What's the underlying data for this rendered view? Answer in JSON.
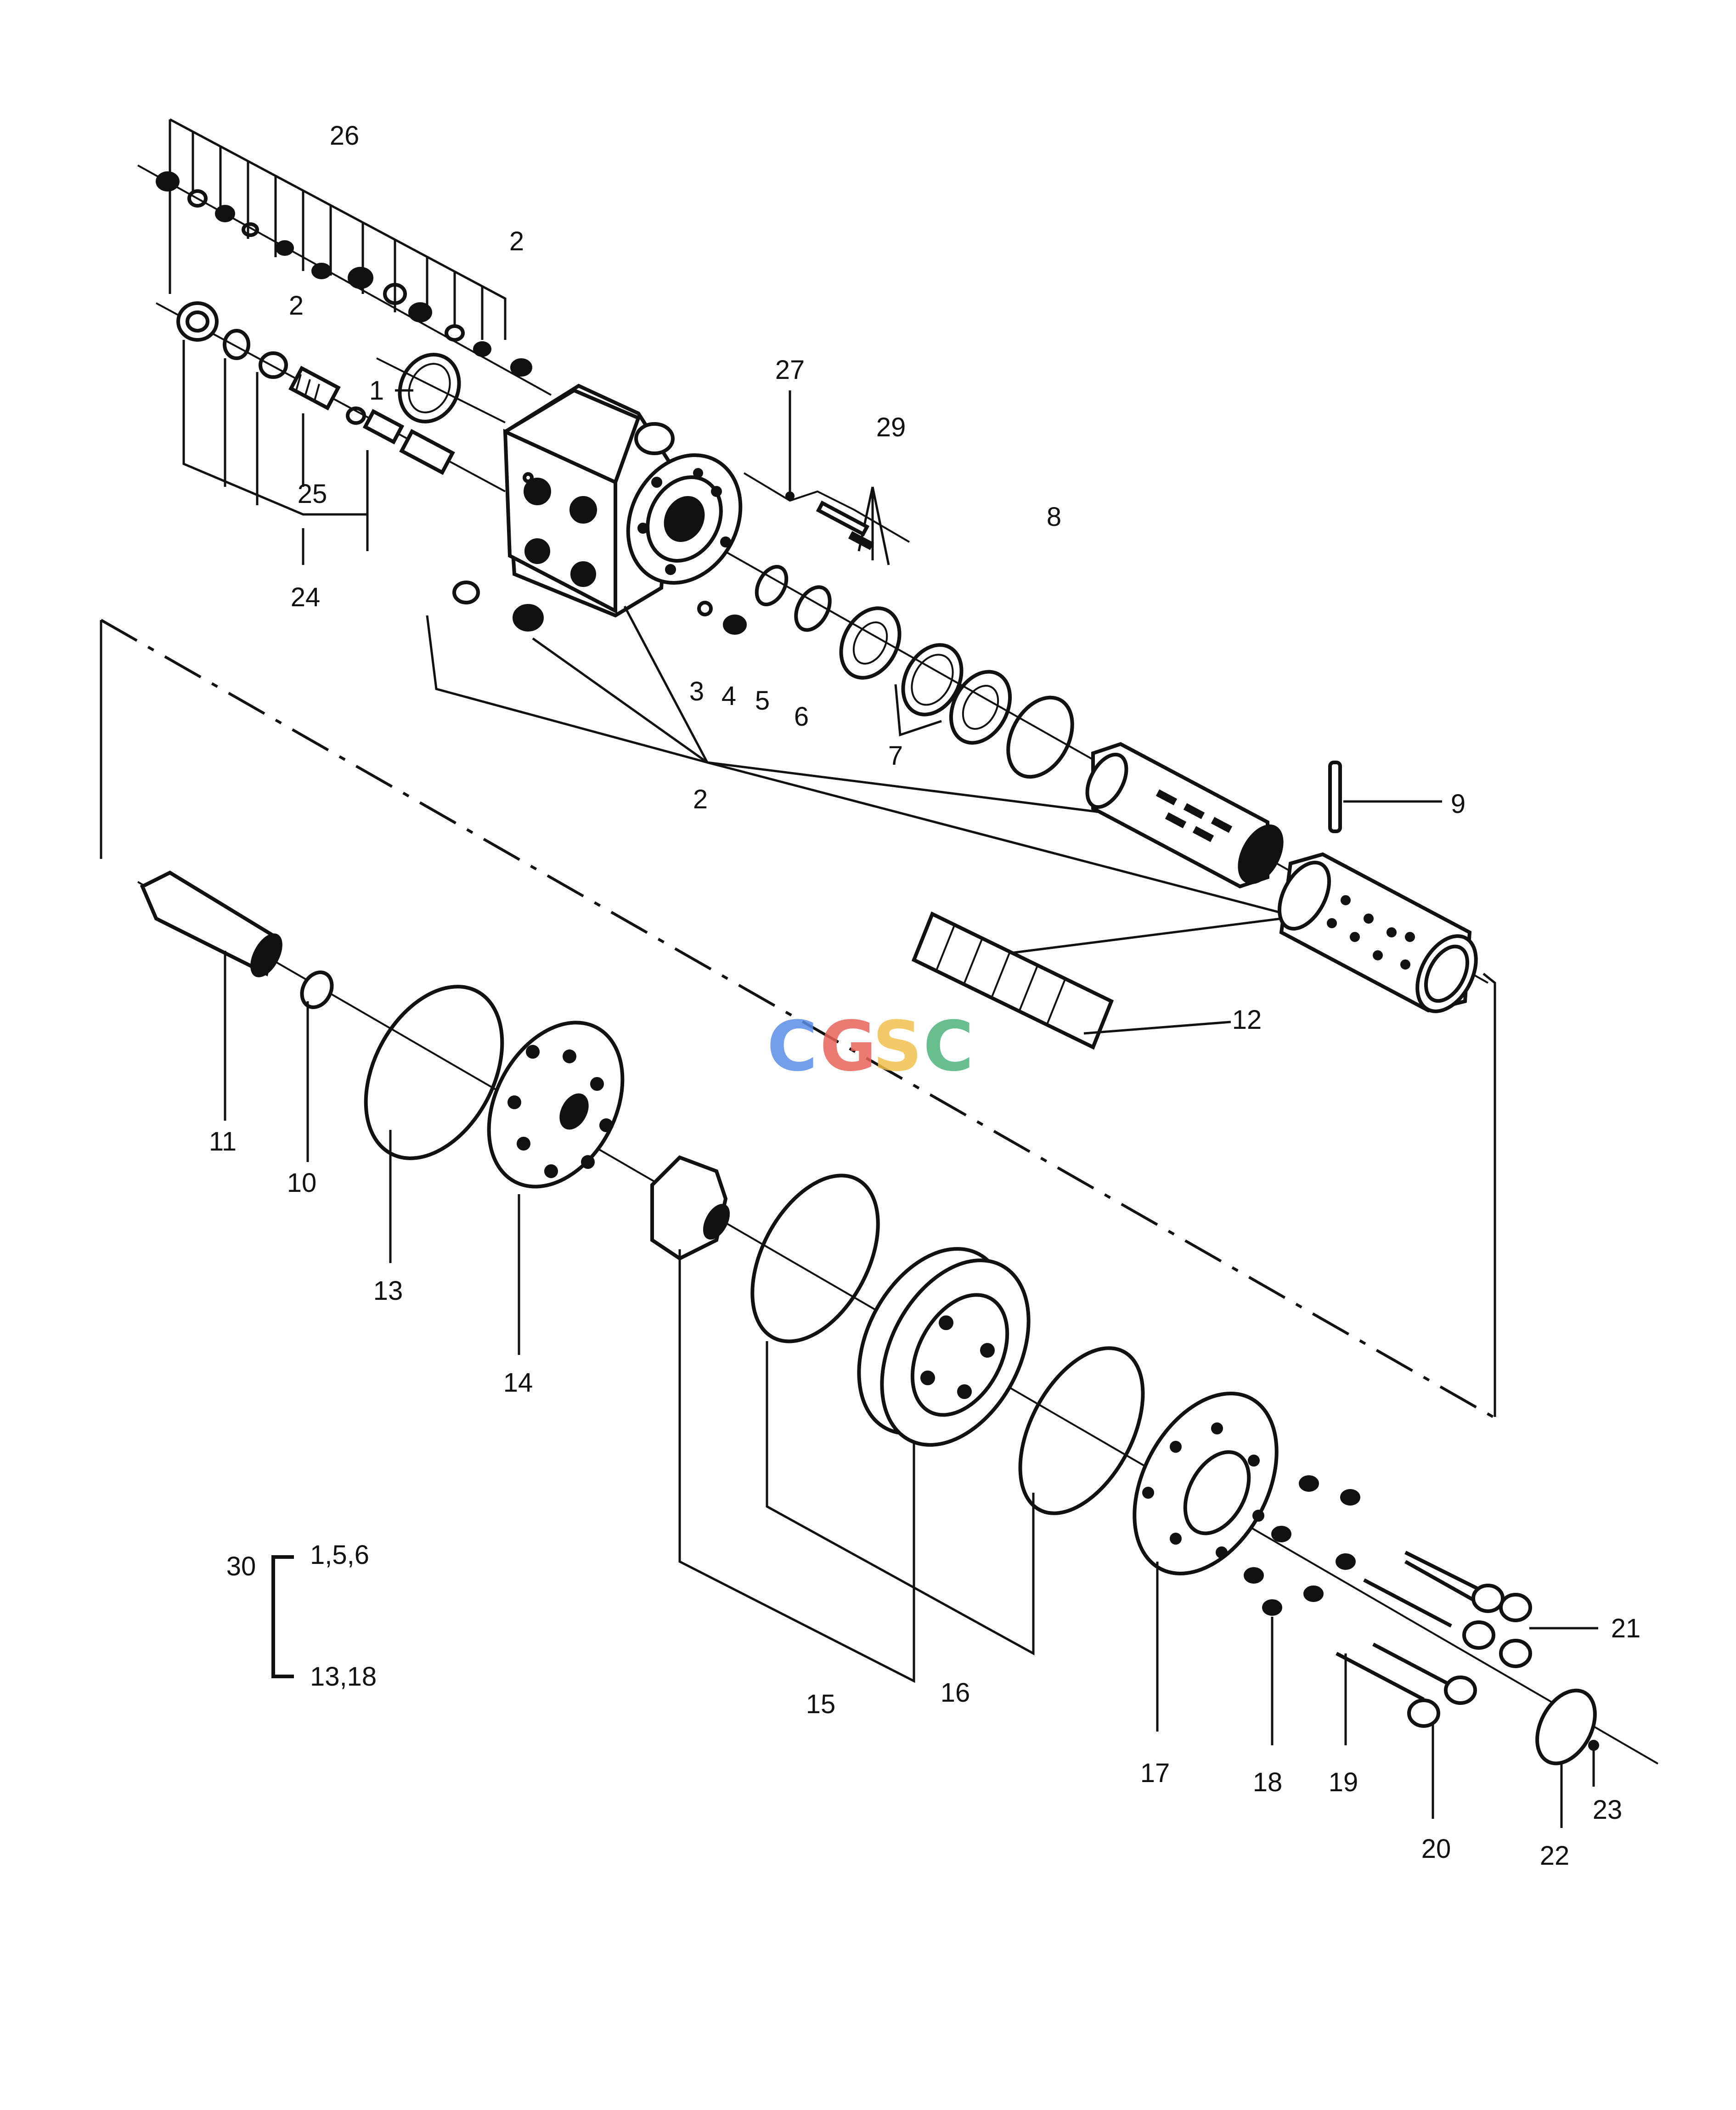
{
  "diagram": {
    "callouts": {
      "c1": "1",
      "c2a": "2",
      "c2b": "2",
      "c2c": "2",
      "c3": "3",
      "c4": "4",
      "c5": "5",
      "c6": "6",
      "c7": "7",
      "c8": "8",
      "c9": "9",
      "c10": "10",
      "c11": "11",
      "c12": "12",
      "c13": "13",
      "c14": "14",
      "c15": "15",
      "c16": "16",
      "c17": "17",
      "c18": "18",
      "c19": "19",
      "c20": "20",
      "c21": "21",
      "c22": "22",
      "c23": "23",
      "c24": "24",
      "c25": "25",
      "c26": "26",
      "c27": "27",
      "c29": "29"
    },
    "kit": {
      "number": "30",
      "group_a": "1,5,6",
      "group_b": "13,18"
    },
    "watermark": {
      "letters": [
        "C",
        "G",
        "S",
        "C"
      ],
      "colors": [
        "#5b8ee8",
        "#e8645a",
        "#f2c14e",
        "#4fb37c"
      ]
    }
  }
}
